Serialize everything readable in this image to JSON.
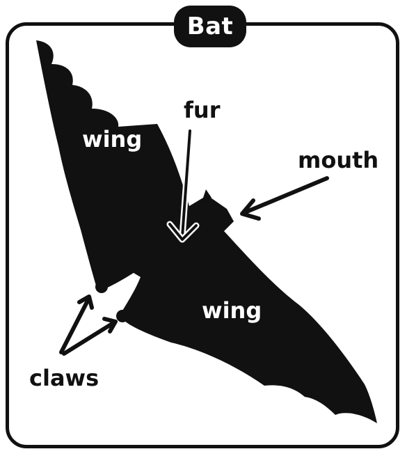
{
  "title": "Bat",
  "labels": {
    "fur": "fur",
    "mouth": "mouth",
    "wing_upper": "wing",
    "wing_lower": "wing",
    "claws": "claws"
  },
  "colors": {
    "ink": "#111111",
    "background": "#ffffff"
  }
}
